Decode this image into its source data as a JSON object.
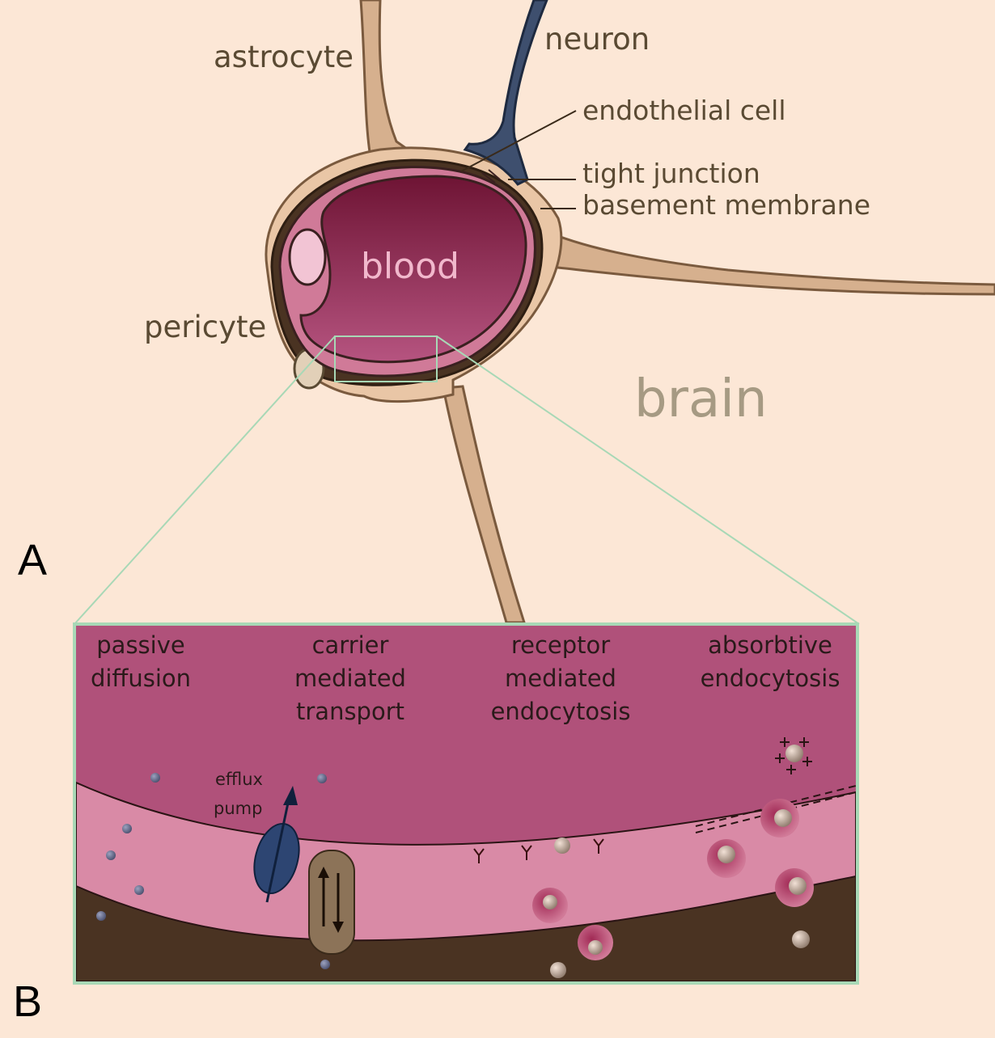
{
  "panel_a": {
    "letter": "A",
    "labels": {
      "astrocyte": "astrocyte",
      "neuron": "neuron",
      "endothelial_cell": "endothelial cell",
      "tight_junction": "tight junction",
      "basement_membrane": "basement membrane",
      "pericyte": "pericyte",
      "blood": "blood",
      "brain": "brain"
    }
  },
  "panel_b": {
    "letter": "B",
    "mechanisms": [
      {
        "lines": [
          "passive",
          "diffusion"
        ]
      },
      {
        "lines": [
          "carrier",
          "mediated",
          "transport"
        ]
      },
      {
        "lines": [
          "receptor",
          "mediated",
          "endocytosis"
        ]
      },
      {
        "lines": [
          "absorbtive",
          "endocytosis"
        ]
      }
    ],
    "efflux_pump": [
      "efflux",
      "pump"
    ]
  },
  "colors": {
    "background": "#fce7d6",
    "astrocyte": "#c9a07e",
    "neuron": "#34445e",
    "blood": "#a7426a",
    "endothelium": "#d9859f",
    "brain_tissue": "#4a3322",
    "zoom_frame": "#a8d8b6"
  }
}
